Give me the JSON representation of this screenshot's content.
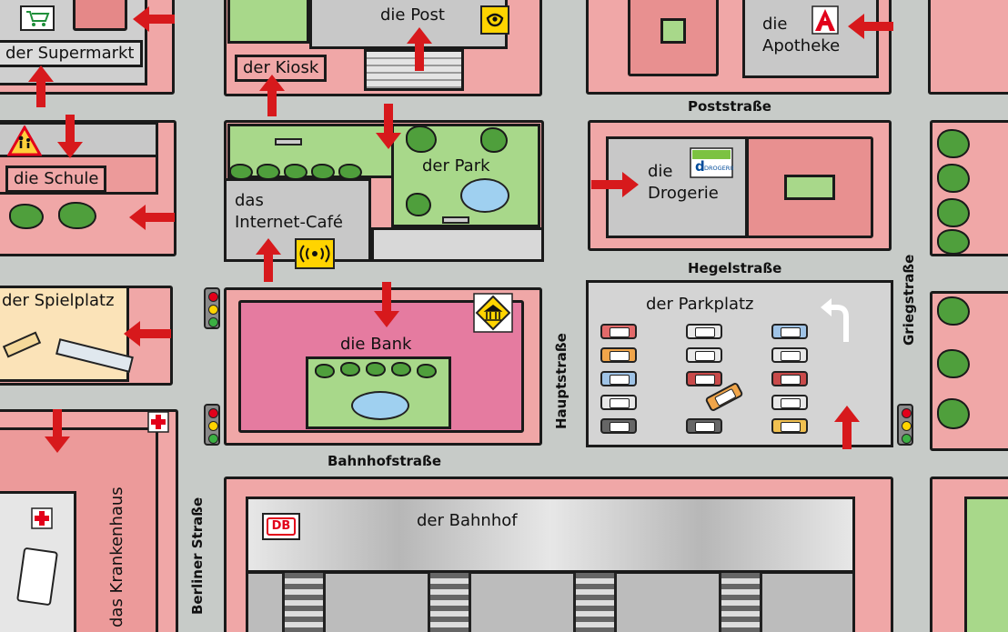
{
  "places": {
    "supermarkt": "der Supermarkt",
    "post": "die Post",
    "kiosk": "der Kiosk",
    "apotheke_line1": "die",
    "apotheke_line2": "Apotheke",
    "schule": "die Schule",
    "park": "der Park",
    "internetcafe_line1": "das",
    "internetcafe_line2": "Internet-Café",
    "drogerie_line1": "die",
    "drogerie_line2": "Drogerie",
    "spielplatz": "der Spielplatz",
    "bank": "die Bank",
    "parkplatz": "der Parkplatz",
    "krankenhaus": "das Krankenhaus",
    "bahnhof": "der Bahnhof"
  },
  "streets": {
    "poststrasse": "Poststraße",
    "hegelstrasse": "Hegelstraße",
    "bahnhofstrasse": "Bahnhofstraße",
    "hauptstrasse": "Hauptstraße",
    "griegstrasse": "Griegstraße",
    "berliner_strasse": "Berliner Straße"
  },
  "logos": {
    "db": "DB",
    "drogerie_brand": "DROGERIE"
  },
  "colors": {
    "building": "#f0a7a7",
    "road": "#c7cbc8",
    "park": "#a8d88a",
    "arrow": "#d7191c",
    "post_yellow": "#ffd400",
    "apotheke_red": "#e2001a",
    "db_red": "#e2001a"
  },
  "icons": [
    "shopping-cart-icon",
    "post-horn-icon",
    "pharmacy-icon",
    "school-crossing-icon",
    "wifi-icon",
    "bank-icon",
    "first-aid-icon",
    "traffic-light-icon",
    "turn-arrow-icon",
    "db-logo-icon"
  ]
}
